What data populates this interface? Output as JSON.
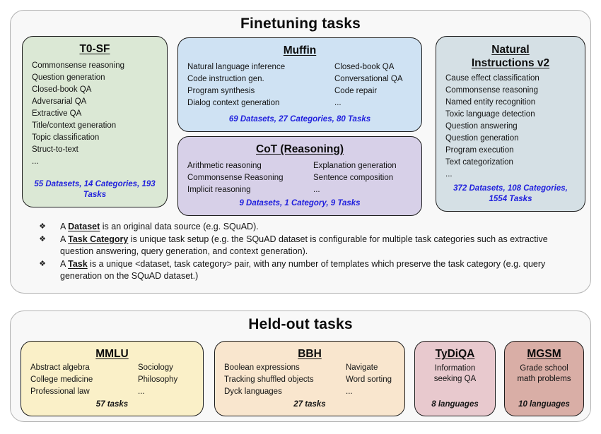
{
  "finetuning": {
    "title": "Finetuning tasks",
    "t0sf": {
      "title": "T0-SF",
      "items": [
        "Commonsense reasoning",
        "Question generation",
        "Closed-book QA",
        "Adversarial QA",
        "Extractive QA",
        "Title/context generation",
        "Topic classification",
        "Struct-to-text",
        "..."
      ],
      "stats": "55 Datasets, 14 Categories, 193 Tasks"
    },
    "muffin": {
      "title": "Muffin",
      "col1": [
        "Natural language inference",
        "Code instruction gen.",
        "Program synthesis",
        "Dialog context generation"
      ],
      "col2": [
        "Closed-book QA",
        "Conversational QA",
        "Code repair",
        "..."
      ],
      "stats": "69 Datasets, 27 Categories, 80 Tasks"
    },
    "cot": {
      "title": "CoT (Reasoning)",
      "col1": [
        "Arithmetic reasoning",
        "Commonsense Reasoning",
        "Implicit reasoning"
      ],
      "col2": [
        "Explanation generation",
        "Sentence composition",
        "..."
      ],
      "stats": "9 Datasets, 1 Category, 9 Tasks"
    },
    "niv2": {
      "title": "Natural Instructions v2",
      "items": [
        "Cause effect classification",
        "Commonsense reasoning",
        "Named entity recognition",
        "Toxic language detection",
        "Question answering",
        "Question generation",
        "Program execution",
        "Text categorization",
        "..."
      ],
      "stats": "372 Datasets, 108 Categories, 1554 Tasks"
    },
    "notes": [
      {
        "bullet": "❖",
        "before": "A ",
        "term": "Dataset",
        "after": " is an original data source (e.g. SQuAD)."
      },
      {
        "bullet": "❖",
        "before": "A ",
        "term": "Task Category",
        "after": " is unique task setup (e.g. the SQuAD dataset is configurable for multiple task categories such as extractive question answering, query generation, and context generation)."
      },
      {
        "bullet": "❖",
        "before": "A ",
        "term": "Task",
        "after": " is a unique <dataset, task category> pair, with any number of templates which preserve the task category (e.g. query generation on the SQuAD dataset.)"
      }
    ]
  },
  "heldout": {
    "title": "Held-out tasks",
    "mmlu": {
      "title": "MMLU",
      "col1": [
        "Abstract algebra",
        "College medicine",
        "Professional law"
      ],
      "col2": [
        "Sociology",
        "Philosophy",
        "..."
      ],
      "stats": "57 tasks"
    },
    "bbh": {
      "title": "BBH",
      "col1": [
        "Boolean expressions",
        "Tracking shuffled objects",
        "Dyck languages"
      ],
      "col2": [
        "Navigate",
        "Word sorting",
        "..."
      ],
      "stats": "27 tasks"
    },
    "tydiqa": {
      "title": "TyDiQA",
      "body": "Information seeking QA",
      "stats": "8 languages"
    },
    "mgsm": {
      "title": "MGSM",
      "body": "Grade school math problems",
      "stats": "10 languages"
    }
  },
  "colors": {
    "t0sf_bg": "#dbe8d5",
    "muffin_bg": "#cfe2f3",
    "cot_bg": "#d7d0e8",
    "niv2_bg": "#d5e0e5",
    "mmlu_bg": "#faf0c8",
    "bbh_bg": "#f9e6ce",
    "tydiqa_bg": "#e8c9ce",
    "mgsm_bg": "#d9aea6",
    "stats_blue": "#1f1fdd",
    "panel_bg": "#f8f8f8",
    "box_border": "#1c1c1c",
    "panel_border": "#b3b3b3"
  }
}
